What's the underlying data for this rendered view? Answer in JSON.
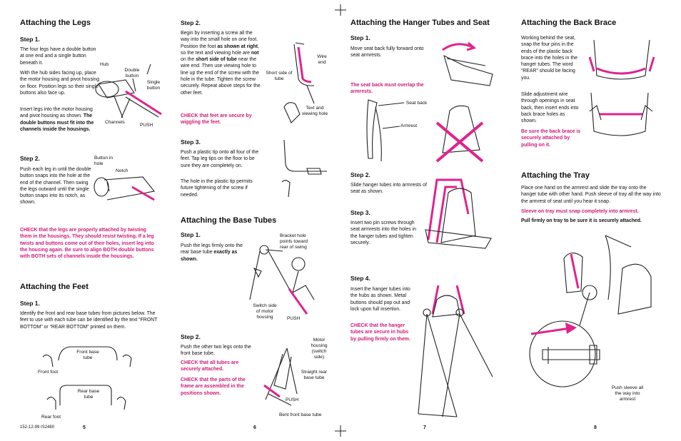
{
  "colors": {
    "accent": "#d11a79"
  },
  "p5": {
    "legs_title": "Attaching the Legs",
    "step1_title": "Step 1.",
    "s1_p1": "The four legs have a double button at one end and a single button beneath it.",
    "s1_p2": "With the hub sides facing up, place the motor housing and pivot housing on floor. Position legs so their single buttons also face up.",
    "s1_p3_a": "Insert legs into the motor housing and pivot housing as shown. ",
    "s1_p3_b": "The double buttons must fit into the channels inside the housings.",
    "lbl_hub": "Hub",
    "lbl_double_button": "Double button",
    "lbl_single_button": "Single button",
    "lbl_channels": "Channels",
    "lbl_push": "PUSH",
    "step2_title": "Step 2.",
    "s2_p1": "Push each leg in until the double button snaps into the hole at the end of the channel. Then swing the legs outward until the single button snaps into its notch, as shown.",
    "lbl_button_in_hole": "Button in hole",
    "lbl_notch": "Notch",
    "check": "CHECK that the legs are properly attached by twisting them in the housings. They should resist twisting. If a leg twists and buttons come out of their holes, insert leg into the housing again. Be sure to align BOTH double buttons with BOTH sets of channels inside the housings.",
    "feet_title": "Attaching the Feet",
    "feet_step1": "Step 1.",
    "feet_p1": "Identify the front and rear base tubes from pictures below. The feet to use with each tube can be identified by the text “FRONT BOTTOM” or “REAR BOTTOM” printed on them.",
    "lbl_front_base_tube": "Front base tube",
    "lbl_front_foot": "Front foot",
    "lbl_rear_base_tube": "Rear base tube",
    "lbl_rear_foot": "Rear foot",
    "footer_code": "152-12-99   IS2480",
    "page_num": "5"
  },
  "p6": {
    "step2_title": "Step 2.",
    "s2_p1_a": "Begin by inserting a screw all the way into the small hole on one foot. Position the foot ",
    "s2_p1_b": "as shown at right",
    "s2_p1_c": ", so the text and viewing hole are ",
    "s2_p1_d": "not",
    "s2_p1_e": " on the ",
    "s2_p1_f": "short side of tube",
    "s2_p1_g": " near the wire end. Then use viewing hole to line up the end of the screw with the hole in the tube. Tighten the screw securely. Repeat above steps for the other feet.",
    "check": "CHECK that feet are secure by wiggling the feet.",
    "lbl_wire_end": "Wire end",
    "lbl_short_side": "Short side of tube",
    "lbl_text_viewing": "Text and viewing hole",
    "step3_title": "Step 3.",
    "s3_p1": "Push a plastic tip onto all four of the feet. Tap leg tips on the floor to be sure they are completely on.",
    "s3_p2": "The hole in the plastic tip permits future tightening of the screw if needed.",
    "base_title": "Attaching the Base Tubes",
    "b_step1": "Step 1.",
    "b_s1_a": "Push the legs firmly onto the rear base tube ",
    "b_s1_b": "exactly as shown.",
    "lbl_bracket_hole": "Bracket hole points toward rear of swing",
    "lbl_switch_side": "Switch side of motor housing",
    "lbl_push": "PUSH",
    "b_step2": "Step 2.",
    "b_s2": "Push the other two legs onto the front base tube.",
    "b_check1": "CHECK that all tubes are securely attached.",
    "b_check2": "CHECK that the parts of the frame are assembled in the positions shown.",
    "lbl_motor_housing": "Motor housing (switch side)",
    "lbl_straight_rear": "Straight rear base tube",
    "lbl_push2": "PUSH",
    "lbl_bent_front": "Bent front base tube",
    "page_num": "6"
  },
  "p7": {
    "title": "Attaching the Hanger Tubes and Seat",
    "step1_title": "Step 1.",
    "s1_p1": "Move seat back fully forward onto seat armrests.",
    "s1_check": "The seat back must overlap the armrests.",
    "lbl_seat_back": "Seat back",
    "lbl_armrest": "Armrest",
    "step2_title": "Step 2.",
    "s2_p1": "Slide hanger tubes into armrests of seat as shown.",
    "step3_title": "Step 3.",
    "s3_p1": "Insert two pin screws through seat armrests into the holes in the hanger tubes and tighten securely.",
    "step4_title": "Step 4.",
    "s4_p1": "Insert the hanger tubes into the hubs as shown. Metal buttons should pop out and lock upon full insertion.",
    "s4_check": "CHECK that the hanger tubes are secure in hubs by pulling firmly on them.",
    "page_num": "7"
  },
  "p8": {
    "brace_title": "Attaching the Back Brace",
    "br_p1": "Working behind the seat, snap the four pins in the ends of the plastic back brace into the holes in the hanger tubes. The word “REAR” should be facing you.",
    "br_p2": "Slide adjustment wire through openings in seat back, then insert ends into back brace holes as shown.",
    "br_check": "Be sure the back brace is securely attached by pulling on it.",
    "tray_title": "Attaching the Tray",
    "tr_p1": "Place one hand on the armrest and slide the tray onto the hanger tube with other hand. Push sleeve of tray all the way into the armrest of seat until you hear it snap.",
    "tr_check": "Sleeve on tray must snap completely into armrest.",
    "tr_p2": "Pull firmly on tray to be sure it is securely attached.",
    "lbl_push_sleeve": "Push sleeve all the way into armrest",
    "page_num": "8"
  }
}
